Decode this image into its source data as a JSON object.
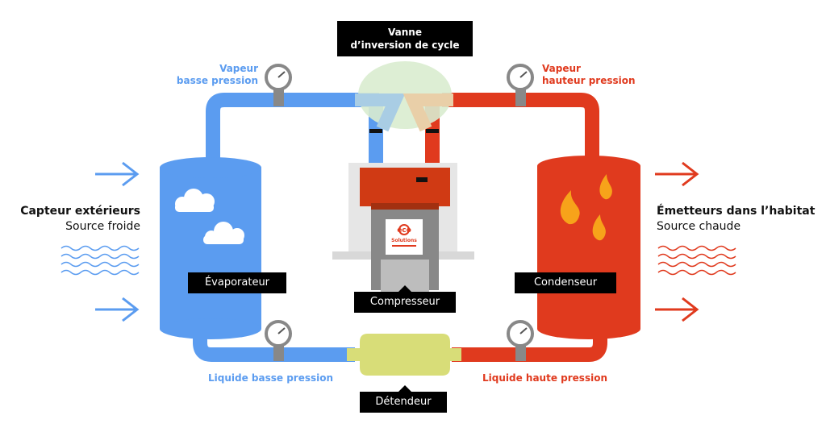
{
  "title_box": {
    "line1": "Vanne",
    "line2": "d’inversion de cycle"
  },
  "left_side": {
    "title": "Capteur extérieurs",
    "subtitle": "Source froide"
  },
  "right_side": {
    "title": "Émetteurs dans l’habitat",
    "subtitle": "Source chaude"
  },
  "labels": {
    "vapeur_basse_l1": "Vapeur",
    "vapeur_basse_l2": "basse pression",
    "vapeur_haute_l1": "Vapeur",
    "vapeur_haute_l2": "hauteur pression",
    "liquide_basse": "Liquide basse pression",
    "liquide_haute": "Liquide haute pression"
  },
  "components": {
    "evaporator": "Évaporateur",
    "condenser": "Condenseur",
    "compressor": "Compresseur",
    "expansion": "Détendeur"
  },
  "logo": {
    "brand": "eco",
    "sub": "Solutions"
  },
  "colors": {
    "cold": "#5b9cf0",
    "hot": "#e03a1e",
    "valve": "#d9eccf",
    "expansion": "#d8dd78"
  }
}
